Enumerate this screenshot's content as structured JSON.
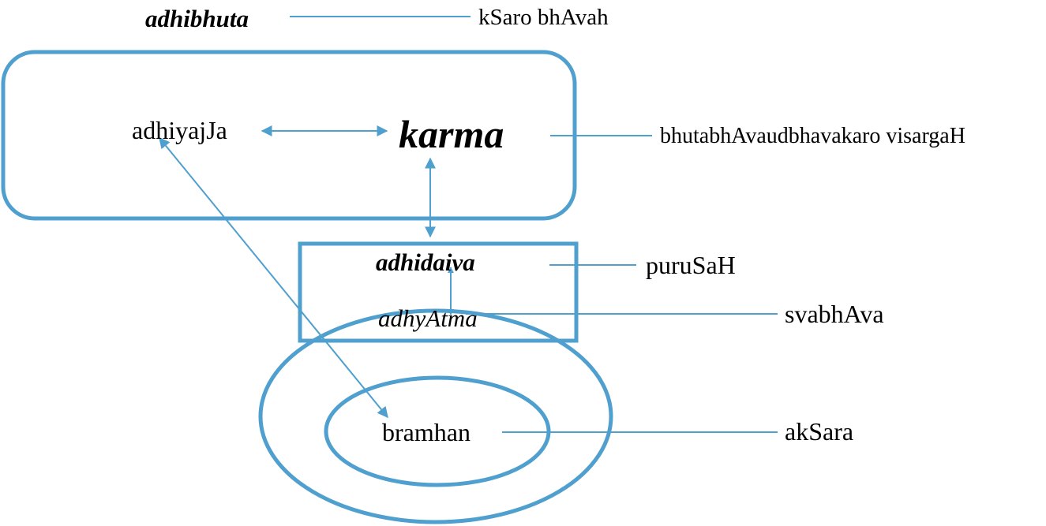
{
  "colors": {
    "accent": "#4f9fcf",
    "text": "#000000",
    "background": "#ffffff"
  },
  "terms": {
    "adhibhuta": "adhibhuta",
    "adhiyajna": "adhiyajJa",
    "karma": "karma",
    "adhidaiva": "adhidaiva",
    "adhyatma": "adhyAtma",
    "bramhan": "bramhan"
  },
  "glosses": {
    "adhibhuta": "kSaro bhAvah",
    "karma": "bhutabhAvaudbhavakaro visargaH",
    "adhidaiva": "puruSaH",
    "adhyatma": "svabhAva",
    "bramhan": "akSara"
  }
}
